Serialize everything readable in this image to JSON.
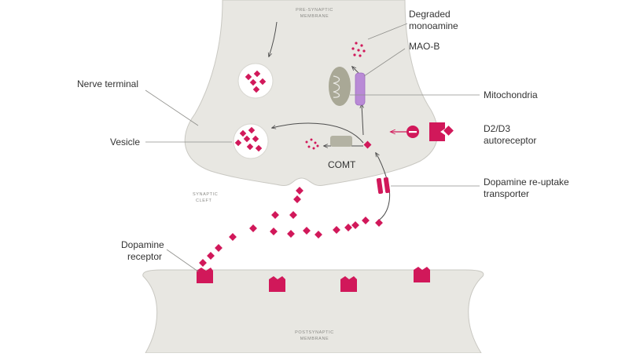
{
  "colors": {
    "membrane_fill": "#e8e7e2",
    "membrane_edge": "#c9c8c2",
    "dopamine": "#d1185a",
    "mao_b": "#b98ad6",
    "mitochondria": "#a9a896",
    "comt": "#b3b2a3",
    "label": "#333333",
    "leader": "#8f8f8b"
  },
  "small_labels": {
    "presynaptic_line1": "PRE-SYNAPTIC",
    "presynaptic_line2": "MEMBRANE",
    "cleft_line1": "SYNAPTIC",
    "cleft_line2": "CLEFT",
    "postsynaptic_line1": "POSTSYNAPTIC",
    "postsynaptic_line2": "MEMBRANE"
  },
  "labels": {
    "degraded_line1": "Degraded",
    "degraded_line2": "monoamine",
    "mao_b": "MAO-B",
    "nerve_terminal": "Nerve terminal",
    "mitochondria": "Mitochondria",
    "vesicle": "Vesicle",
    "d2d3_line1": "D2/D3",
    "d2d3_line2": "autoreceptor",
    "comt": "COMT",
    "reuptake_line1": "Dopamine re-uptake",
    "reuptake_line2": "transporter",
    "dopamine_receptor_line1": "Dopamine",
    "dopamine_receptor_line2": "receptor"
  },
  "icons": {
    "vesicle": "vesicle-icon",
    "mitochondria": "mitochondria-icon",
    "mao_b": "mao-b-enzyme-icon",
    "comt": "comt-enzyme-icon",
    "autoreceptor": "autoreceptor-icon",
    "transporter": "reuptake-transporter-icon",
    "receptor": "dopamine-receptor-icon",
    "dopamine": "dopamine-molecule-icon"
  }
}
